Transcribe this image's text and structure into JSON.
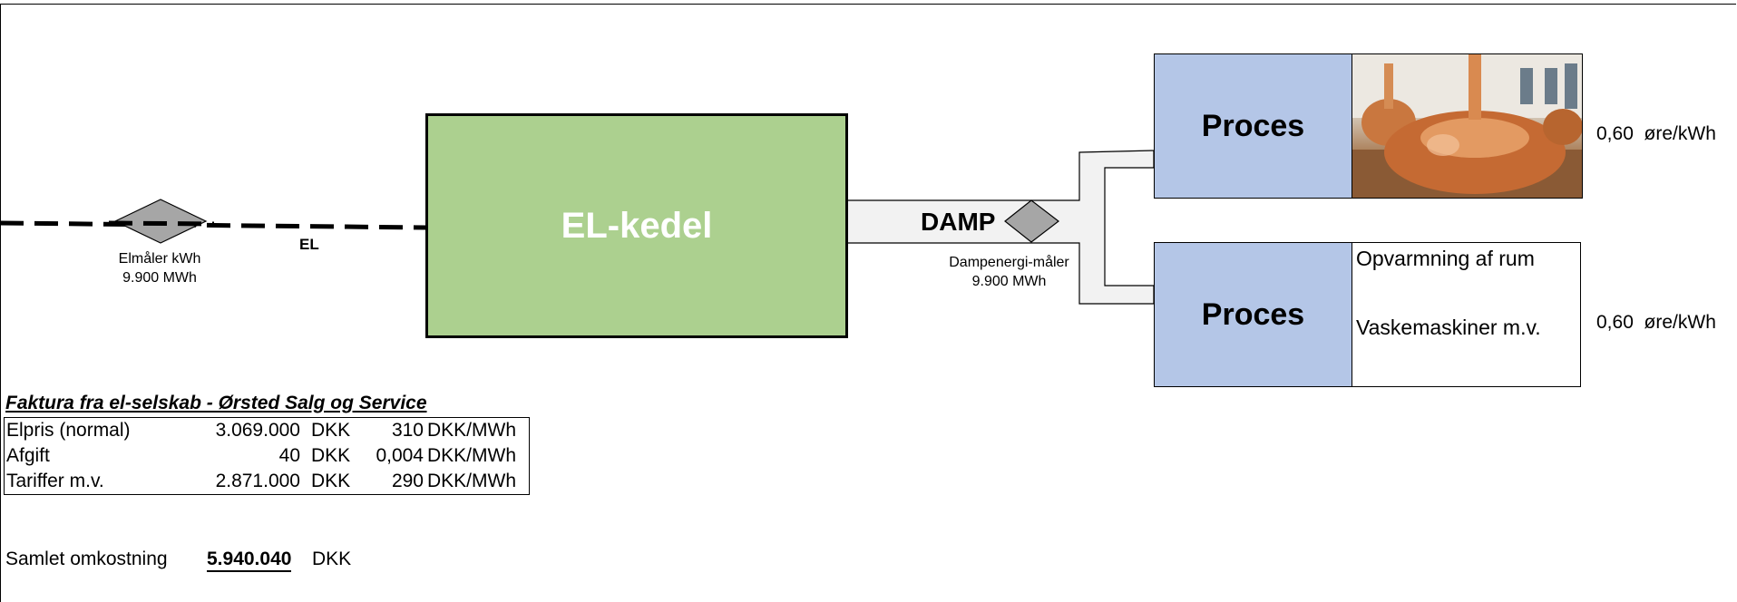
{
  "diagram": {
    "boiler_label": "EL-kedel",
    "el_line_label": "EL",
    "el_meter": {
      "label": "Elmåler kWh",
      "value": "9.900 MWh"
    },
    "steam_label": "DAMP",
    "steam_meter": {
      "label": "Dampenergi-måler",
      "value": "9.900 MWh"
    },
    "process_top": {
      "label": "Proces",
      "price_value": "0,60",
      "price_unit": "øre/kWh"
    },
    "process_bottom": {
      "label": "Proces",
      "uses": [
        "Opvarmning af rum",
        "Vaskemaskiner m.v."
      ],
      "price_value": "0,60",
      "price_unit": "øre/kWh"
    },
    "colors": {
      "boiler": "#acd08f",
      "process": "#b4c6e7",
      "pipe": "#f2f2f2",
      "meter": "#a6a6a6"
    }
  },
  "invoice": {
    "title": "Faktura fra el-selskab - Ørsted Salg og Service",
    "rows": [
      {
        "label": "Elpris (normal)",
        "amount": "3.069.000",
        "currency": "DKK",
        "rate": "310",
        "rate_unit": "DKK/MWh"
      },
      {
        "label": "Afgift",
        "amount": "40",
        "currency": "DKK",
        "rate": "0,004",
        "rate_unit": "DKK/MWh"
      },
      {
        "label": "Tariffer m.v.",
        "amount": "2.871.000",
        "currency": "DKK",
        "rate": "290",
        "rate_unit": "DKK/MWh"
      }
    ],
    "total": {
      "label": "Samlet omkostning",
      "value": "5.940.040",
      "currency": "DKK"
    }
  }
}
